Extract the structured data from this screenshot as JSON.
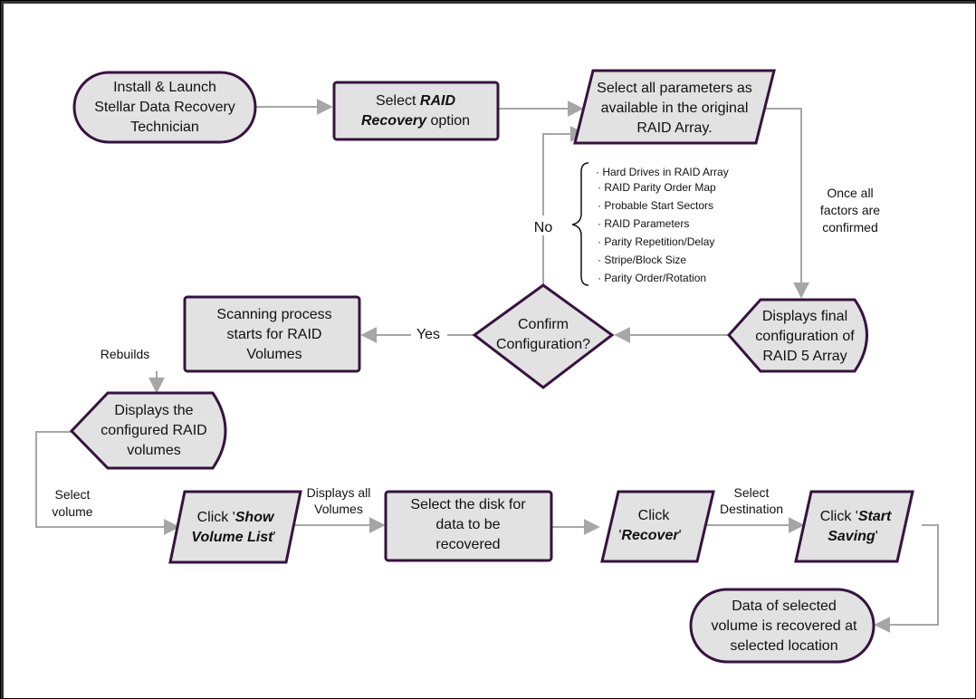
{
  "colors": {
    "fill": "#e2e2e2",
    "stroke": "#36133f",
    "edge": "#a6a6a6",
    "text": "#111111"
  },
  "nodes": {
    "install": {
      "shape": "terminal",
      "lines": [
        "Install & Launch",
        "Stellar Data Recovery",
        "Technician"
      ]
    },
    "select_raid": {
      "shape": "process",
      "line1_prefix": "Select ",
      "line1_emph": "RAID",
      "line2_emph": "Recovery",
      "line2_suffix": " option"
    },
    "select_params": {
      "shape": "input-output",
      "lines": [
        "Select all parameters as",
        "available in the original",
        "RAID Array."
      ]
    },
    "display_final": {
      "shape": "display",
      "lines": [
        "Displays final",
        "configuration of",
        "RAID 5 Array"
      ]
    },
    "confirm": {
      "shape": "decision",
      "lines": [
        "Confirm",
        "Configuration?"
      ]
    },
    "scanning": {
      "shape": "process",
      "lines": [
        "Scanning process",
        "starts for RAID",
        "Volumes"
      ]
    },
    "display_volumes": {
      "shape": "display",
      "lines": [
        "Displays the",
        "configured RAID",
        "volumes"
      ]
    },
    "show_volume_list": {
      "shape": "input-output",
      "line1_prefix": "Click '",
      "line1_emph": "Show",
      "line2_emph": "Volume List",
      "line2_suffix": "'"
    },
    "select_disk": {
      "shape": "process",
      "lines": [
        "Select the disk for",
        "data to be",
        "recovered"
      ]
    },
    "recover": {
      "shape": "input-output",
      "line1": "Click",
      "line2_prefix": "'",
      "line2_emph": "Recover",
      "line2_suffix": "'"
    },
    "start_saving": {
      "shape": "input-output",
      "line1_prefix": "Click '",
      "line1_emph": "Start",
      "line2_emph": "Saving",
      "line2_suffix": "'"
    },
    "data_recovered": {
      "shape": "terminal",
      "lines": [
        "Data of selected",
        "volume is recovered  at",
        "selected location"
      ]
    }
  },
  "parameter_list": [
    "· Hard Drives in RAID Array",
    "· RAID Parity Order Map",
    "· Probable Start Sectors",
    "· RAID Parameters",
    "· Parity Repetition/Delay",
    "· Stripe/Block Size",
    "· Parity Order/Rotation"
  ],
  "edge_labels": {
    "once_all": [
      "Once all",
      "factors are",
      "confirmed"
    ],
    "no": "No",
    "yes": "Yes",
    "rebuilds": "Rebuilds",
    "select_volume": [
      "Select",
      "volume"
    ],
    "displays_all": [
      "Displays all",
      "Volumes"
    ],
    "select_destination": [
      "Select",
      "Destination"
    ]
  }
}
